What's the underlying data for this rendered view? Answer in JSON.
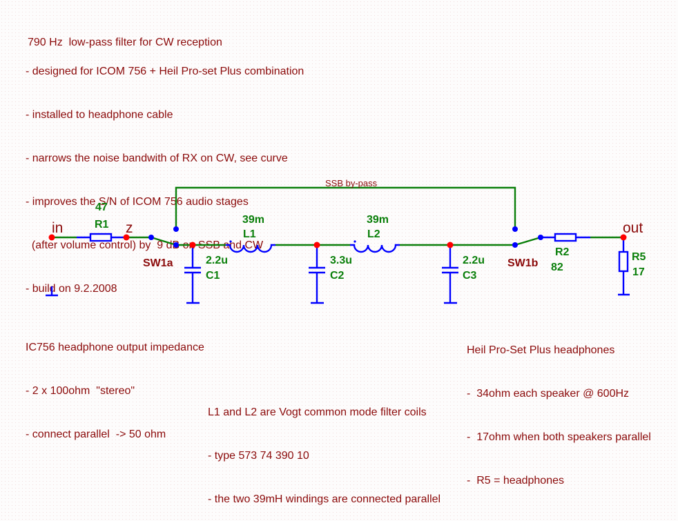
{
  "header": {
    "title": "790 Hz  low-pass filter for CW reception",
    "bullets": [
      "- designed for ICOM 756 + Heil Pro-set Plus combination",
      "- installed to headphone cable",
      "- narrows the noise bandwith of RX on CW, see curve",
      "- improves the S/N of ICOM 756 audio stages",
      "  (after volume control) by  9 dB on SSB and CW",
      "- build on 9.2.2008"
    ]
  },
  "source_note": {
    "lines": [
      "IC756 headphone output impedance",
      "- 2 x 100ohm  \"stereo\"",
      "- connect parallel  -> 50 ohm"
    ]
  },
  "load_note": {
    "lines": [
      "Heil Pro-Set Plus headphones",
      "-  34ohm each speaker @ 600Hz",
      "-  17ohm when both speakers parallel",
      "-  R5 = headphones"
    ]
  },
  "coil_note": {
    "lines": [
      "L1 and L2 are Vogt common mode filter coils",
      "- type 573 74 390 10",
      "- the two 39mH windings are connected parallel"
    ]
  },
  "schematic": {
    "colors": {
      "wire": "#0a7f0a",
      "component": "#0000ff",
      "node": "#ff0000",
      "label": "#8b0a0a",
      "value": "#0a7f0a"
    },
    "nets": {
      "in": "in",
      "z": "z",
      "out": "out",
      "bypass": "SSB by-pass"
    },
    "switches": {
      "sw1a": "SW1a",
      "sw1b": "SW1b"
    },
    "components": {
      "R1": {
        "ref": "R1",
        "value": "47"
      },
      "R2": {
        "ref": "R2",
        "value": "82"
      },
      "R5": {
        "ref": "R5",
        "value": "17"
      },
      "C1": {
        "ref": "C1",
        "value": "2.2u"
      },
      "C2": {
        "ref": "C2",
        "value": "3.3u"
      },
      "C3": {
        "ref": "C3",
        "value": "2.2u"
      },
      "L1": {
        "ref": "L1",
        "value": "39m"
      },
      "L2": {
        "ref": "L2",
        "value": "39m"
      }
    }
  }
}
